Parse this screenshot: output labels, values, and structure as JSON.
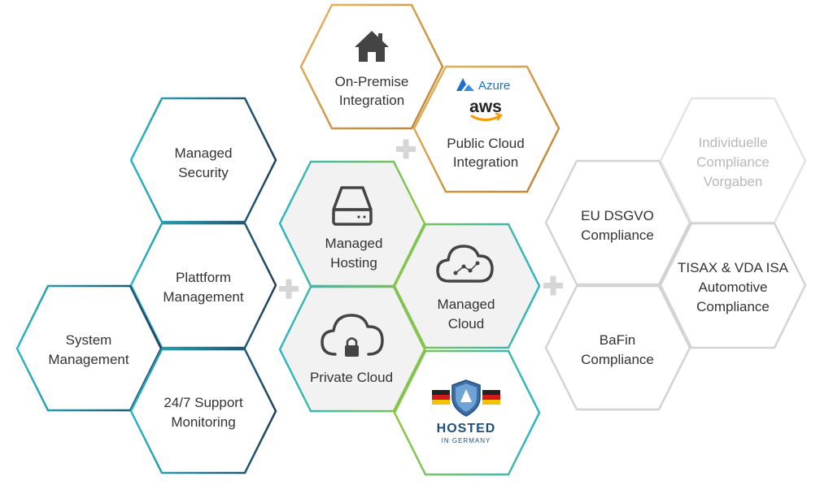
{
  "hexagons": {
    "on_premise": [
      "On-Premise",
      "Integration"
    ],
    "public_cloud": [
      "Public Cloud",
      "Integration"
    ],
    "managed_security": [
      "Managed",
      "Security"
    ],
    "plattform_management": [
      "Plattform",
      "Management"
    ],
    "system_management": [
      "System",
      "Management"
    ],
    "support_monitoring": [
      "24/7 Support",
      "Monitoring"
    ],
    "managed_hosting": [
      "Managed",
      "Hosting"
    ],
    "managed_cloud": [
      "Managed",
      "Cloud"
    ],
    "private_cloud": [
      "Private Cloud"
    ],
    "eu_dsgvo": [
      "EU DSGVO",
      "Compliance"
    ],
    "bafin": [
      "BaFin",
      "Compliance"
    ],
    "individuelle": [
      "Individuelle",
      "Compliance",
      "Vorgaben"
    ],
    "tisax": [
      "TISAX & VDA ISA",
      "Automotive",
      "Compliance"
    ]
  },
  "logos": {
    "azure": "Azure",
    "aws": "aws",
    "hosted": "HOSTED",
    "in_germany": "IN GERMANY"
  },
  "icons": {
    "on_premise": "house-icon",
    "managed_hosting": "server-drive-icon",
    "managed_cloud": "cloud-network-icon",
    "private_cloud": "cloud-lock-icon",
    "hosted": "shield-icon"
  },
  "colors": {
    "orange": "#e3a84a",
    "orange_dark": "#b98334",
    "teal": "#29b5c7",
    "navy": "#1d3f5e",
    "green": "#8dc63f",
    "grey": "#d3d3d3",
    "hex_fill_grey": "#f2f2f2",
    "text": "#333333"
  }
}
